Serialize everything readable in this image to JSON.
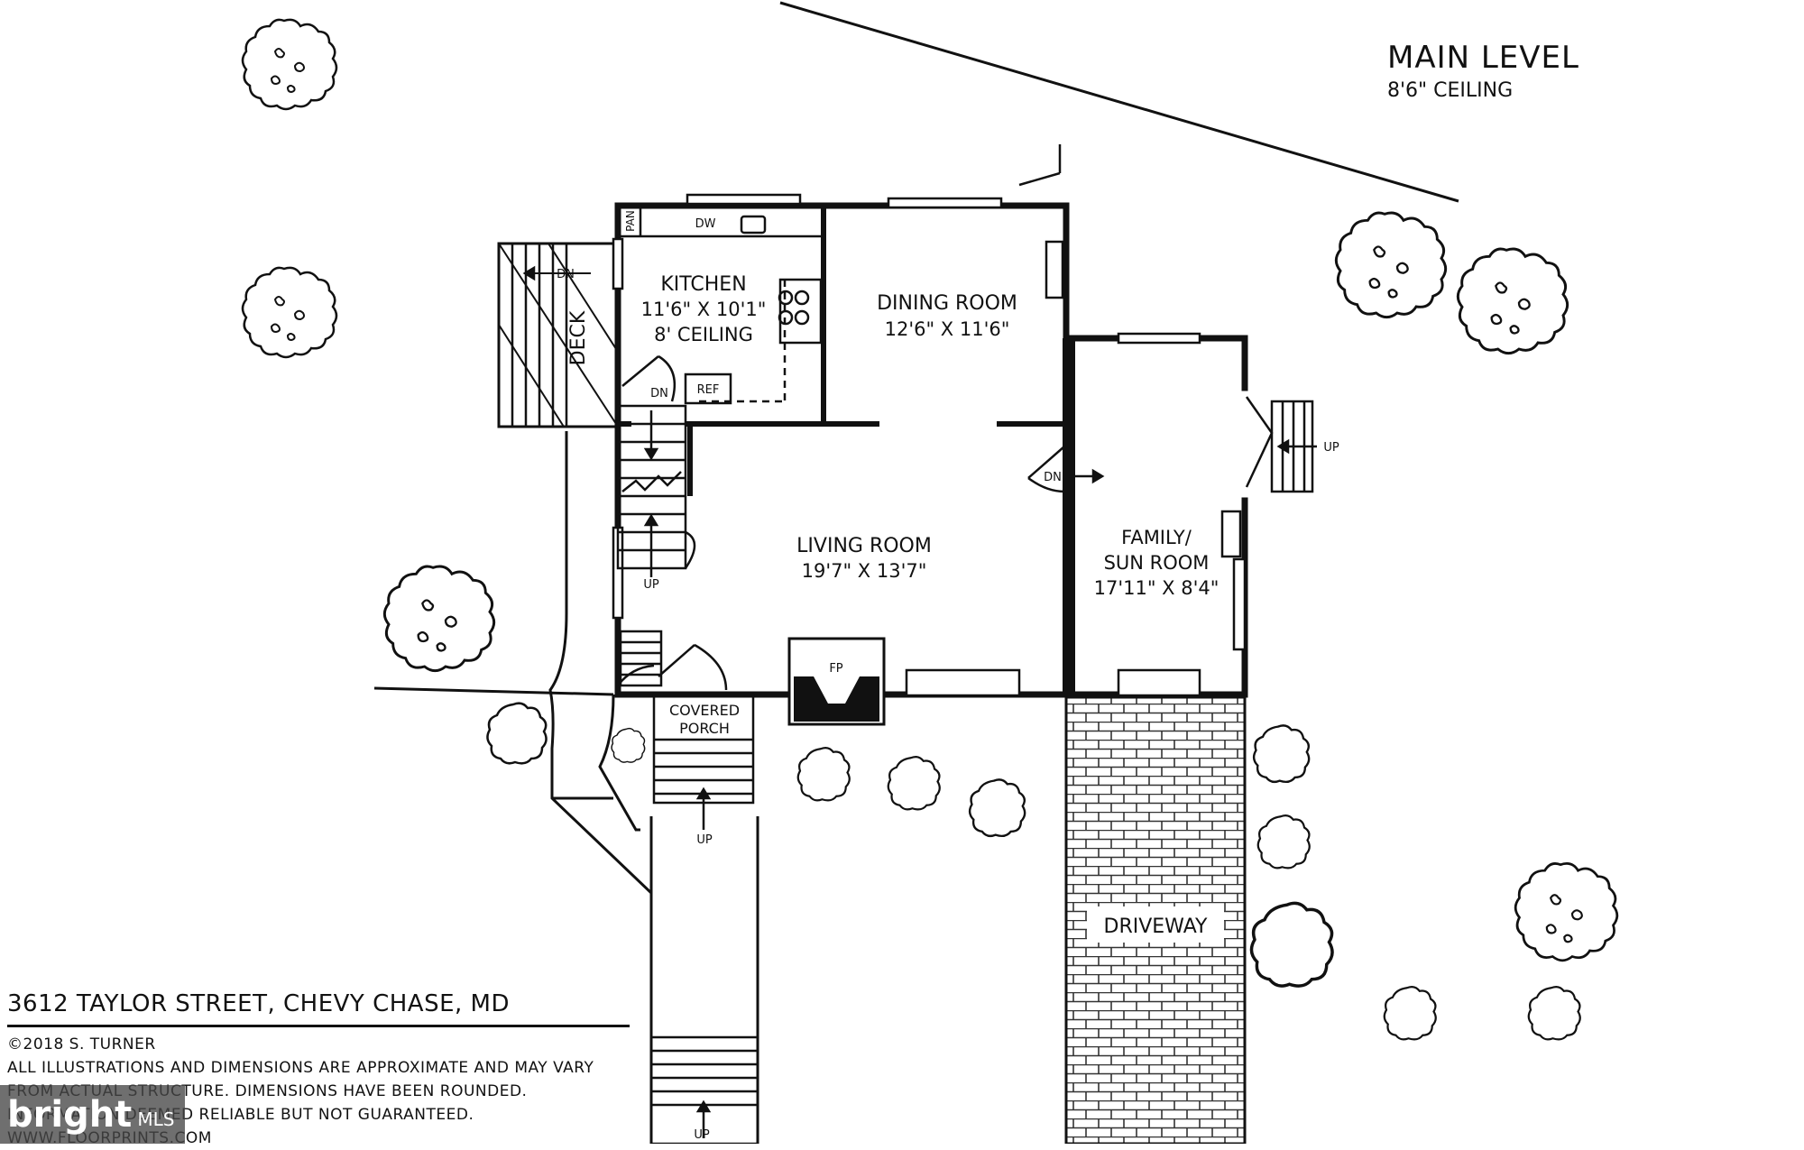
{
  "header": {
    "title": "MAIN LEVEL",
    "subtitle": "8'6\" CEILING"
  },
  "rooms": {
    "kitchen": {
      "name": "KITCHEN",
      "dims": "11'6\" X 10'1\"",
      "ceiling": "8' CEILING"
    },
    "dining": {
      "name": "DINING ROOM",
      "dims": "12'6\" X 11'6\""
    },
    "living": {
      "name": "LIVING ROOM",
      "dims": "19'7\" X 13'7\""
    },
    "family": {
      "name_line1": "FAMILY/",
      "name_line2": "SUN ROOM",
      "dims": "17'11\" X 8'4\""
    },
    "deck": "DECK",
    "porch_line1": "COVERED",
    "porch_line2": "PORCH",
    "driveway": "DRIVEWAY"
  },
  "fixtures": {
    "pantry": "PAN",
    "dishwasher": "DW",
    "refrigerator": "REF",
    "fireplace": "FP"
  },
  "stairs": {
    "up": "UP",
    "down": "DN"
  },
  "footer": {
    "address": "3612 TAYLOR STREET, CHEVY CHASE, MD",
    "copyright": "©2018 S. TURNER",
    "line1": "ALL ILLUSTRATIONS AND DIMENSIONS ARE APPROXIMATE AND MAY VARY",
    "line2": "FROM ACTUAL STRUCTURE. DIMENSIONS HAVE BEEN ROUNDED.",
    "line3": "INFORMATION DEEMED RELIABLE BUT NOT GUARANTEED.",
    "line4": "WWW.FLOORPRINTS.COM"
  },
  "watermark": {
    "brand": "bright",
    "suffix": "MLS"
  },
  "colors": {
    "ink": "#111111",
    "watermark_bg": "#464646"
  }
}
